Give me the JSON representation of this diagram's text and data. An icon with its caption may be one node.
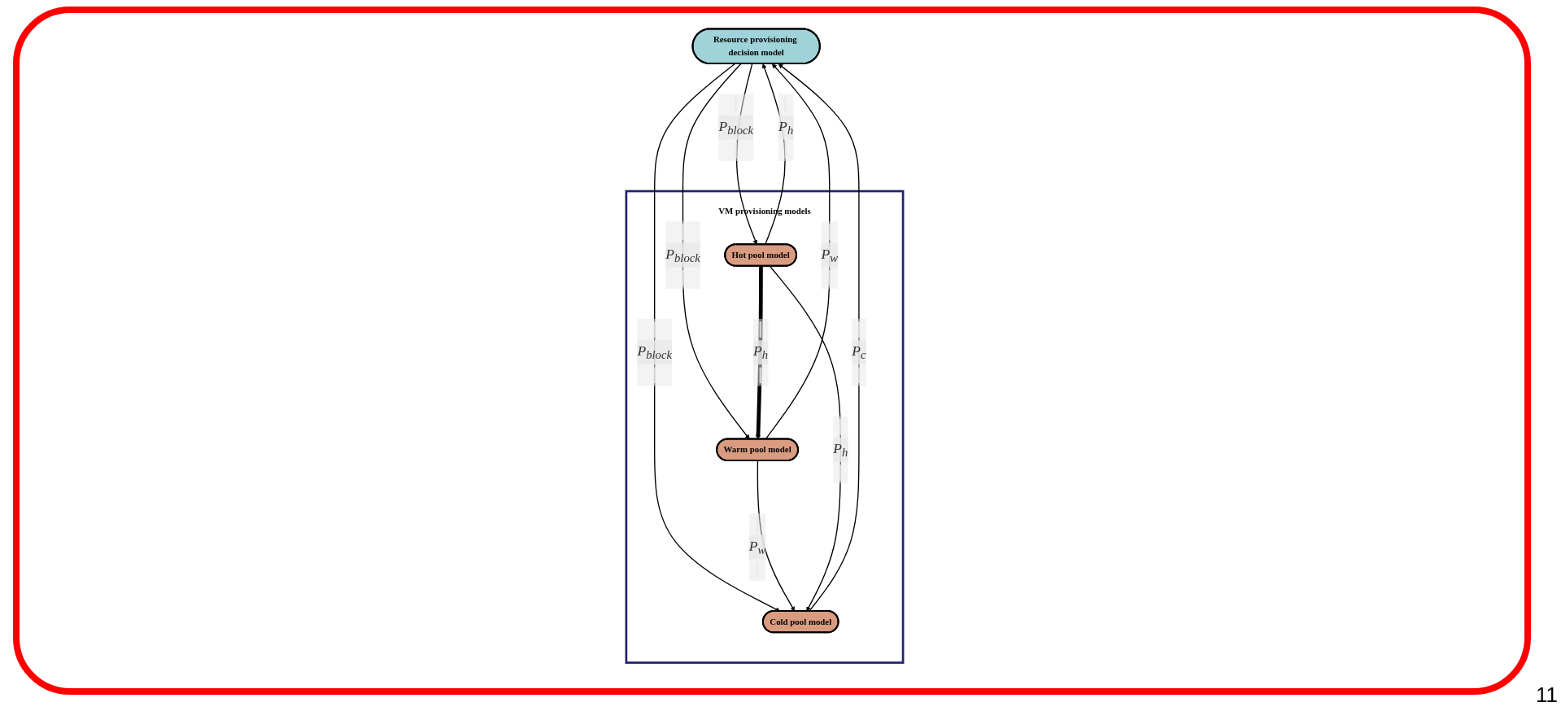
{
  "diagram": {
    "nodes": [
      {
        "text": [
          "Resource provisioning decision model"
        ]
      },
      {
        "text": [
          "VM provisioning models"
        ]
      },
      {
        "text": [
          "Hot pool model"
        ],
        "in": 1
      },
      {
        "text": [
          "Warm pool model"
        ],
        "in": 1
      },
      {
        "text": [
          "Cold pool model"
        ],
        "in": 1
      }
    ],
    "edges": [
      {
        "from": 2,
        "to": 0,
        "arrow": "to",
        "label": "P$_{h}$"
      },
      {
        "from": 0,
        "to": 2,
        "arrow": "to",
        "label": "P$_{block}$"
      },
      {
        "from": 3,
        "to": 0,
        "arrow": "to",
        "label": "P$_{w}$"
      },
      {
        "from": 0,
        "to": 3,
        "arrow": "to",
        "label": "P$_{block}$"
      },
      {
        "from": 4,
        "to": 0,
        "arrow": "to",
        "label": "P$_{c}$"
      },
      {
        "from": 0,
        "to": 4,
        "arrow": "to",
        "label": "P$_{block}$"
      },
      {
        "from": 2,
        "to": 3,
        "arrow": "to",
        "label": "P$_{h}$",
        "style": "thick"
      },
      {
        "from": 3,
        "to": 4,
        "arrow": "to",
        "label": "P$_{w}$"
      },
      {
        "from": 2,
        "to": 4,
        "arrow": "to",
        "label": "P$_{h}$"
      }
    ],
    "labels": [
      "11"
    ]
  }
}
